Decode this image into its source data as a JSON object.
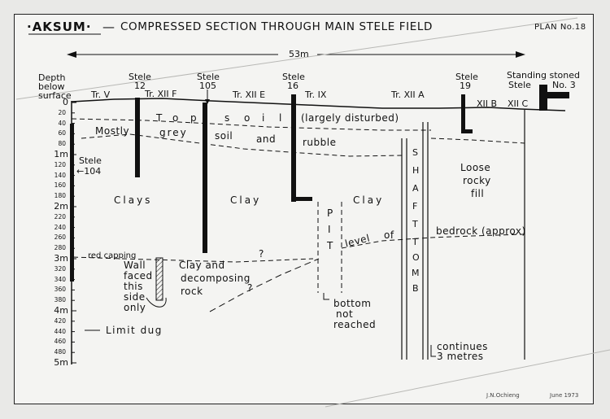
{
  "title": {
    "site": "·AKSUM·",
    "dash": "—",
    "subtitle": "COMPRESSED SECTION THROUGH MAIN STELE FIELD",
    "plan": "PLAN No.18"
  },
  "scale": "53m",
  "depth_axis": {
    "header": [
      "Depth",
      "below",
      "surface"
    ],
    "ticks": [
      "0",
      "20",
      "40",
      "60",
      "80",
      "1m",
      "120",
      "140",
      "160",
      "180",
      "2m",
      "220",
      "240",
      "260",
      "280",
      "3m",
      "320",
      "340",
      "360",
      "380",
      "4m",
      "420",
      "440",
      "460",
      "480",
      "5m"
    ]
  },
  "stele_labels": {
    "s12": [
      "Stele",
      "12"
    ],
    "s105": [
      "Stele",
      "105"
    ],
    "s16": [
      "Stele",
      "16"
    ],
    "s19": [
      "Stele",
      "19"
    ],
    "standing": [
      "Standing stoned",
      "Stele",
      "No. 3"
    ],
    "s104": [
      "Stele",
      "←104"
    ]
  },
  "trenches": [
    "Tr. V",
    "Tr. XII F",
    "Tr. XII E",
    "Tr. IX",
    "Tr. XII A",
    "XII B",
    "XII C"
  ],
  "layers": {
    "topsoil": [
      "T",
      "o",
      "p",
      "s",
      "o",
      "i",
      "l",
      "(largely  disturbed)"
    ],
    "mostly": [
      "Mostly",
      "grey"
    ],
    "soil_rubble": [
      "soil",
      "and",
      "rubble"
    ],
    "loose": [
      "Loose",
      "rocky",
      "fill"
    ],
    "clays": "Clays",
    "clay1": "Clay",
    "clay2": "Clay",
    "bedrock": "bedrock (approx)",
    "level": [
      "level",
      "of"
    ],
    "red_capping": "red capping",
    "wall": [
      "Wall",
      "faced",
      "this",
      "side",
      "only"
    ],
    "decomposing": [
      "Clay and",
      "decomposing",
      "rock"
    ],
    "pit": [
      "P",
      "I",
      "T"
    ],
    "bottom": [
      "bottom",
      "not",
      "reached"
    ],
    "shaft": [
      "S",
      "H",
      "A",
      "F",
      "T",
      "T",
      "O",
      "M",
      "B"
    ],
    "continues": [
      "continues",
      "3 metres"
    ],
    "limit": "Limit dug",
    "question_marks": [
      "?",
      "?"
    ]
  },
  "footer": {
    "author": "J.N.Ochieng",
    "date": "June 1973"
  }
}
